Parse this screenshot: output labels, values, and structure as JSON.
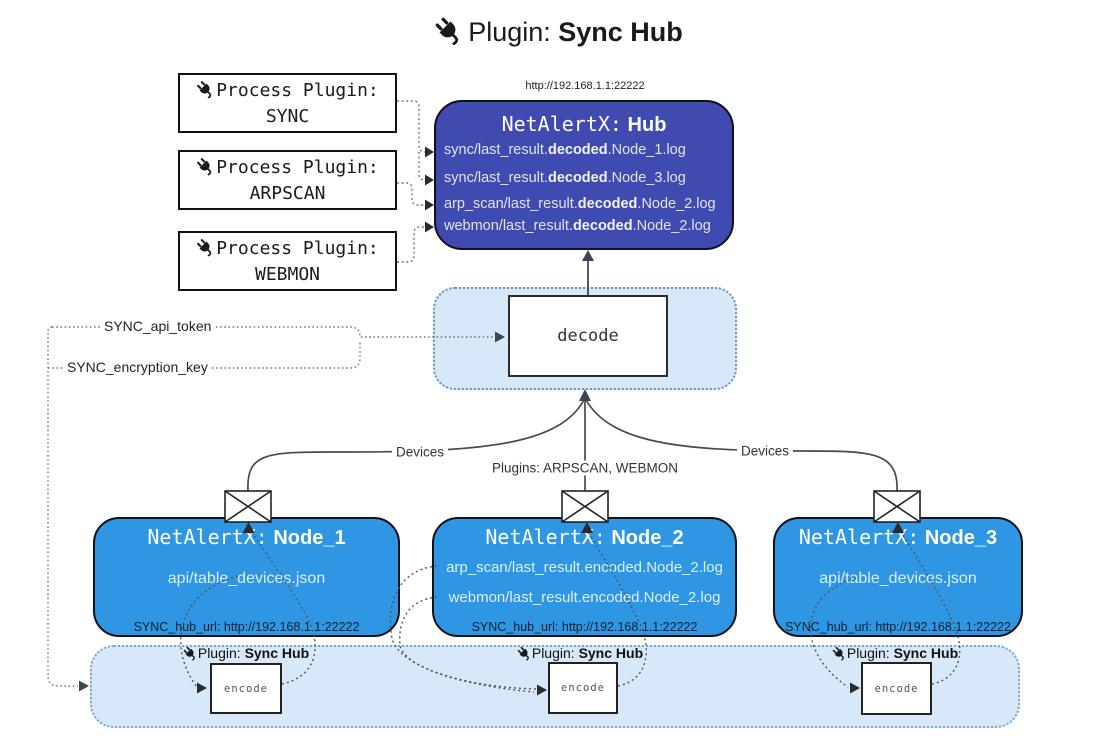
{
  "title": {
    "prefix": "Plugin:",
    "name": "Sync Hub"
  },
  "hub": {
    "url": "http://192.168.1.1:22222",
    "title_prefix": "NetAlertX:",
    "title_name": "Hub",
    "lines": [
      {
        "pre": "sync/last_result.",
        "bold": "decoded",
        "post": ".Node_1.log"
      },
      {
        "pre": "sync/last_result.",
        "bold": "decoded",
        "post": ".Node_3.log"
      },
      {
        "pre": "arp_scan/last_result.",
        "bold": "decoded",
        "post": ".Node_2.log"
      },
      {
        "pre": "webmon/last_result.",
        "bold": "decoded",
        "post": ".Node_2.log"
      }
    ]
  },
  "process_plugins": [
    {
      "label": "Process Plugin:",
      "name": "SYNC"
    },
    {
      "label": "Process Plugin:",
      "name": "ARPSCAN"
    },
    {
      "label": "Process Plugin:",
      "name": "WEBMON"
    }
  ],
  "decode": {
    "label": "decode"
  },
  "config": {
    "api_token": "SYNC_api_token",
    "encryption_key": "SYNC_encryption_key"
  },
  "edges": {
    "left_label": "Devices",
    "center_label": "Plugins: ARPSCAN, WEBMON",
    "right_label": "Devices"
  },
  "nodes": [
    {
      "title_prefix": "NetAlertX:",
      "title_name": "Node_1",
      "lines": [
        "api/table_devices.json"
      ],
      "hub_url": "SYNC_hub_url: http://192.168.1.1:22222"
    },
    {
      "title_prefix": "NetAlertX:",
      "title_name": "Node_2",
      "lines": [
        "arp_scan/last_result.encoded.Node_2.log",
        "webmon/last_result.encoded.Node_2.log"
      ],
      "hub_url": "SYNC_hub_url: http://192.168.1.1:22222"
    },
    {
      "title_prefix": "NetAlertX:",
      "title_name": "Node_3",
      "lines": [
        "api/table_devices.json"
      ],
      "hub_url": "SYNC_hub_url: http://192.168.1.1:22222"
    }
  ],
  "encoders": [
    {
      "plugin_prefix": "Plugin:",
      "plugin_name": "Sync Hub",
      "box_label": "encode"
    },
    {
      "plugin_prefix": "Plugin:",
      "plugin_name": "Sync Hub",
      "box_label": "encode"
    },
    {
      "plugin_prefix": "Plugin:",
      "plugin_name": "Sync Hub",
      "box_label": "encode"
    }
  ],
  "colors": {
    "hub_bg": "#3F4BB0",
    "node_bg": "#2E96E2",
    "panel_bg": "#D7E8F9",
    "line": "#4a4a4a"
  }
}
